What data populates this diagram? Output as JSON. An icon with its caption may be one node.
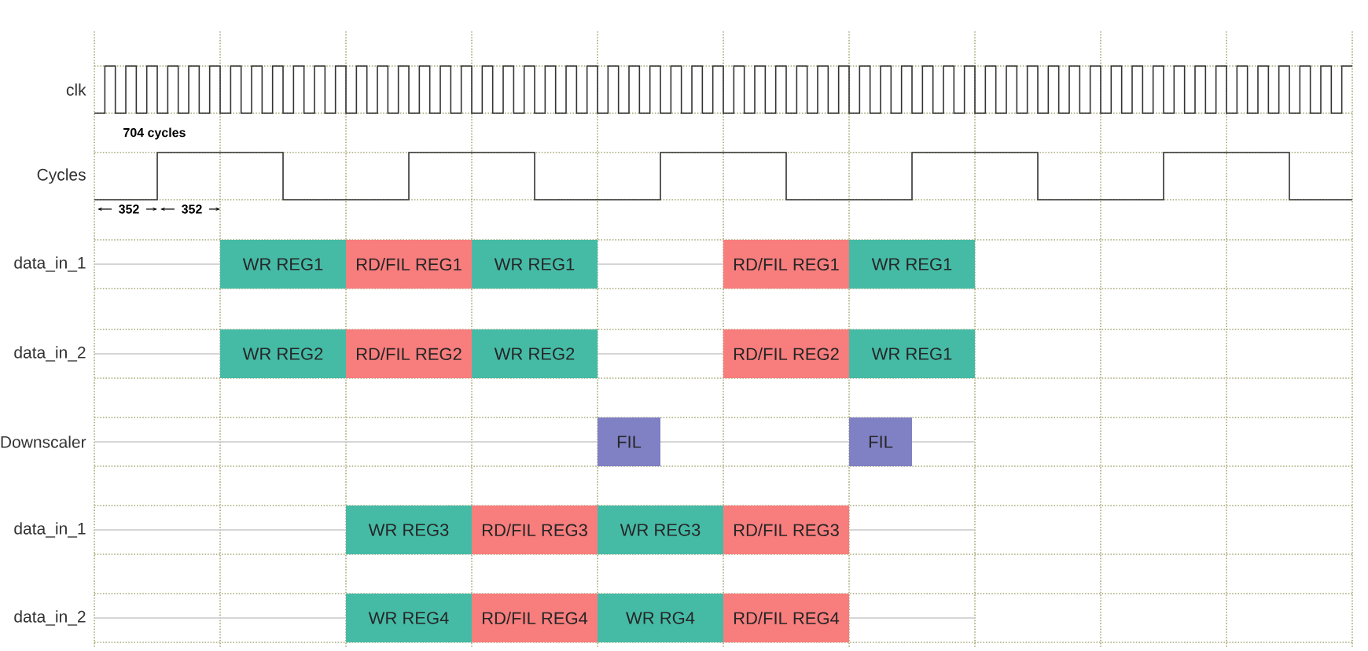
{
  "diagram": {
    "nodes": [
      {
        "text": [
          "WR REG1"
        ]
      },
      {
        "text": [
          "RD/FIL REG1"
        ]
      },
      {
        "text": [
          "WR REG1"
        ]
      },
      {
        "text": [
          "RD/FIL REG1"
        ]
      },
      {
        "text": [
          "WR REG1"
        ]
      },
      {
        "text": [
          "WR REG2"
        ]
      },
      {
        "text": [
          "RD/FIL REG2"
        ]
      },
      {
        "text": [
          "WR REG2"
        ]
      },
      {
        "text": [
          "RD/FIL REG2"
        ]
      },
      {
        "text": [
          "WR REG1"
        ]
      },
      {
        "text": [
          "FIL"
        ]
      },
      {
        "text": [
          "FIL"
        ]
      },
      {
        "text": [
          "WR REG3"
        ]
      },
      {
        "text": [
          "RD/FIL REG3"
        ]
      },
      {
        "text": [
          "WR REG3"
        ]
      },
      {
        "text": [
          "RD/FIL REG3"
        ]
      },
      {
        "text": [
          "WR REG4"
        ]
      },
      {
        "text": [
          "RD/FIL REG4"
        ]
      },
      {
        "text": [
          "WR RG4"
        ]
      },
      {
        "text": [
          "RD/FIL REG4"
        ]
      }
    ],
    "labels": [
      "clk",
      "704 cycles",
      "Cycles",
      "352",
      "352",
      "data_in_1",
      "data_in_2",
      "Downscaler",
      "data_in_1",
      "data_in_2"
    ]
  }
}
